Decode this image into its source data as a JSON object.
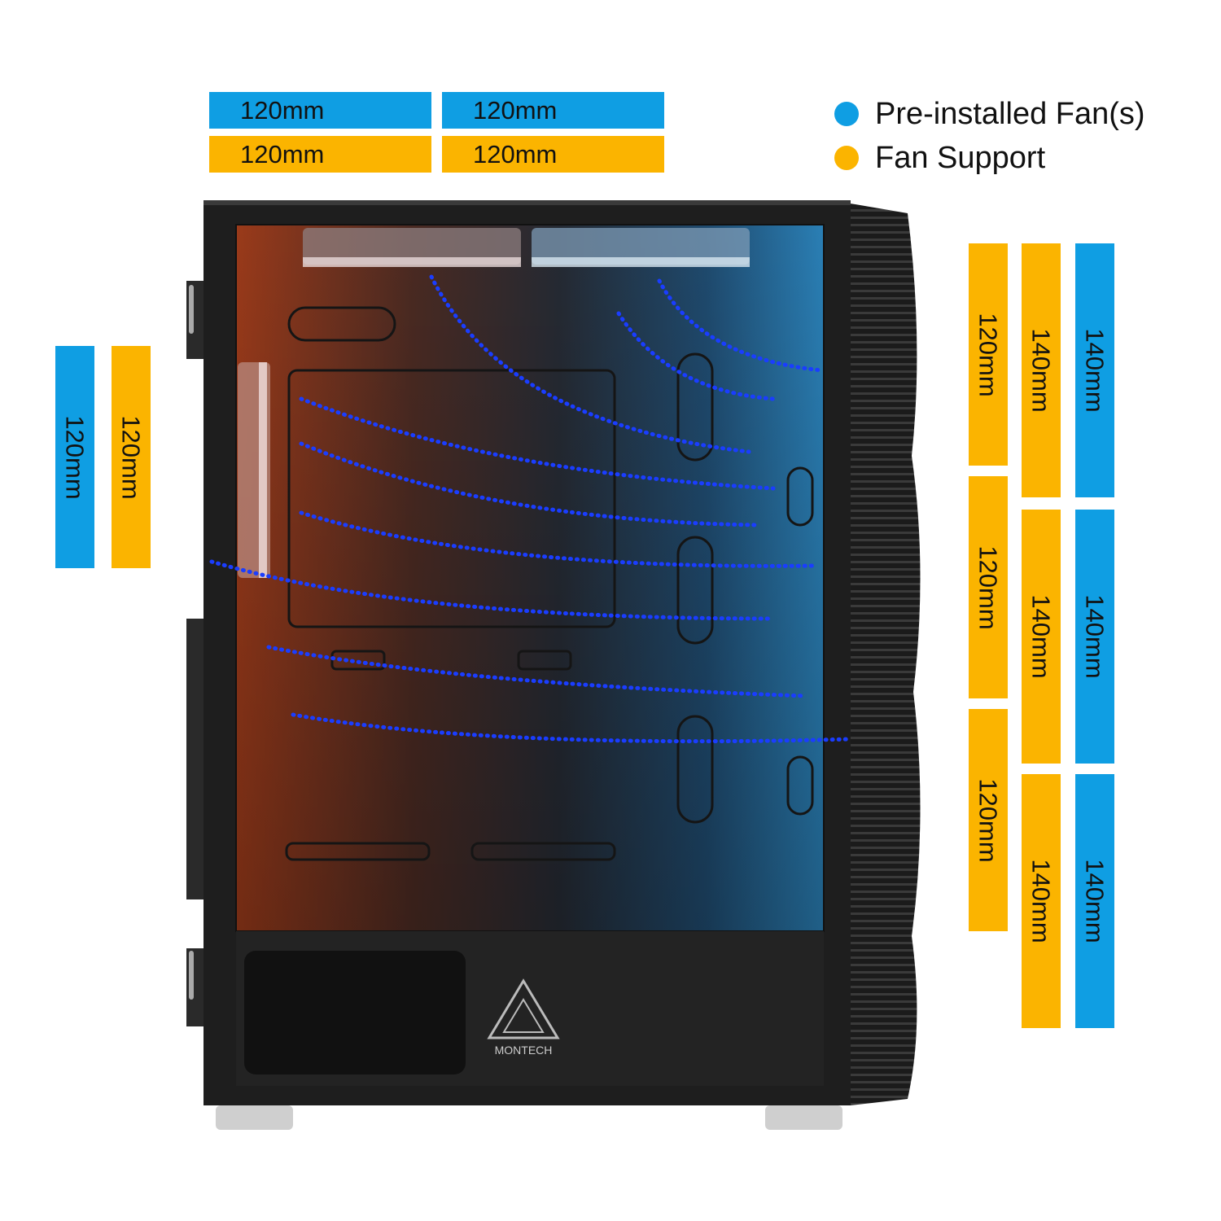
{
  "legend": {
    "preinstalled": {
      "label": "Pre-installed Fan(s)",
      "color": "#0f9ee3"
    },
    "support": {
      "label": "Fan Support",
      "color": "#fbb400"
    }
  },
  "top_fans": {
    "preinstalled": [
      "120mm",
      "120mm"
    ],
    "support": [
      "120mm",
      "120mm"
    ]
  },
  "rear_fans": {
    "preinstalled": [
      "120mm"
    ],
    "support": [
      "120mm"
    ]
  },
  "front_fans": {
    "support_120": [
      "120mm",
      "120mm",
      "120mm"
    ],
    "support_140": [
      "140mm",
      "140mm",
      "140mm"
    ],
    "preinstalled_140": [
      "140mm",
      "140mm",
      "140mm"
    ]
  },
  "brand": {
    "logo_text": "MONTECH"
  },
  "icons": [
    "preinstalled-dot-icon",
    "fan-support-dot-icon",
    "montech-logo-icon"
  ]
}
